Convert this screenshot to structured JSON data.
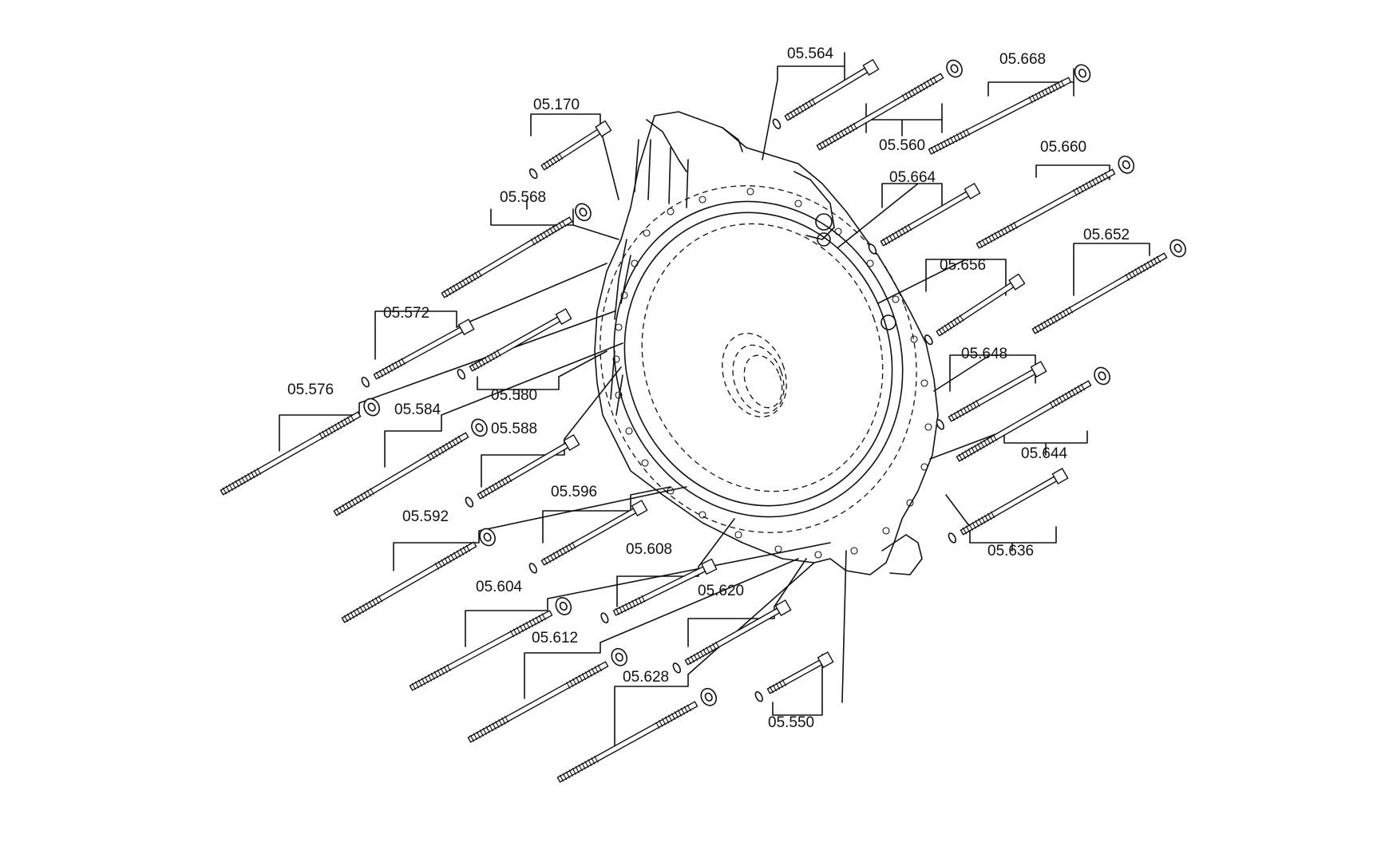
{
  "diagram": {
    "labels": [
      "05.564",
      "05.668",
      "05.560",
      "05.170",
      "05.664",
      "05.660",
      "05.568",
      "05.652",
      "05.656",
      "05.572",
      "05.580",
      "05.648",
      "05.576",
      "05.584",
      "05.588",
      "05.644",
      "05.596",
      "05.592",
      "05.636",
      "05.608",
      "05.620",
      "05.604",
      "05.612",
      "05.628",
      "05.550"
    ]
  }
}
